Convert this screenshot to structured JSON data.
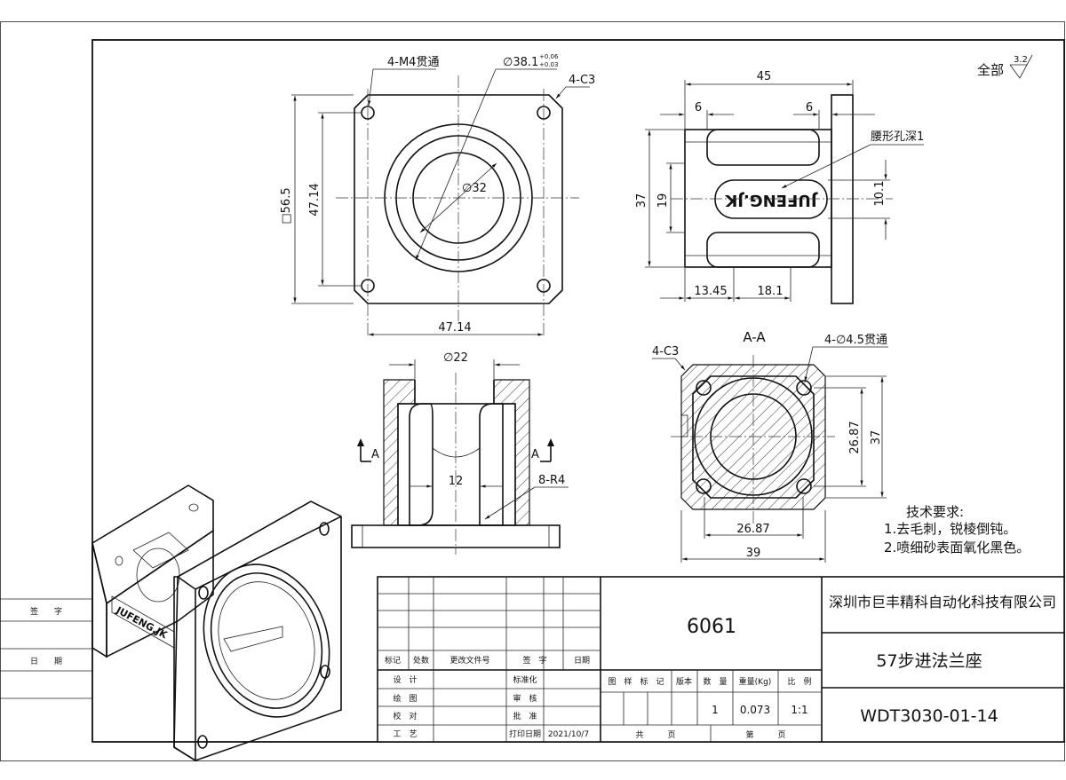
{
  "surface_note": {
    "text": "全部",
    "roughness": "3.2"
  },
  "front_view": {
    "hole_note": "4-M4贯通",
    "bore_dia": "∅38.1",
    "bore_tol_upper": "+0.06",
    "bore_tol_lower": "+0.03",
    "chamfer": "4-C3",
    "inner_dia": "∅32",
    "square_size": "□56.5",
    "hole_pitch_v": "47.14",
    "hole_pitch_h": "47.14"
  },
  "side_view": {
    "length": "45",
    "flange_left": "6",
    "flange_right": "6",
    "slot_note": "腰形孔深1",
    "height": "37",
    "inner_height": "19",
    "slot_height": "10.1",
    "offset_1": "13.45",
    "offset_2": "18.1",
    "engraving": "JUFENG.JK"
  },
  "section_view": {
    "dia_top": "∅22",
    "width_mid": "12",
    "radius_note": "8-R4",
    "section_mark": "A"
  },
  "aa_view": {
    "title": "A-A",
    "chamfer": "4-C3",
    "hole_note": "4-∅4.5贯通",
    "inner": "26.87",
    "outer": "37",
    "inner_h": "26.87",
    "outer_h": "39"
  },
  "tech_requirements": {
    "title": "技术要求:",
    "items": [
      "1.去毛刺，锐棱倒钝。",
      "2.喷细砂表面氧化黑色。"
    ]
  },
  "side_strip": {
    "sign": "签　　字",
    "date": "日　　期"
  },
  "title_block": {
    "material": "6061",
    "company": "深圳市巨丰精科自动化科技有限公司",
    "part_name": "57步进法兰座",
    "drawing_no": "WDT3030-01-14",
    "rev_headers": [
      "标记",
      "处数",
      "更改文件号",
      "签　字",
      "日期"
    ],
    "roles": [
      "设　计",
      "绘　图",
      "校　对",
      "工　艺"
    ],
    "approvals": [
      "标准化",
      "审　核",
      "批　准",
      "打印日期"
    ],
    "print_date": "2021/10/7",
    "info_headers": [
      "图　样　标　记",
      "版本",
      "数　量",
      "重量(Kg)",
      "比　例"
    ],
    "quantity": "1",
    "weight": "0.073",
    "scale": "1:1",
    "sheets_total": "共　　　页",
    "sheet_no": "第　　　页"
  }
}
